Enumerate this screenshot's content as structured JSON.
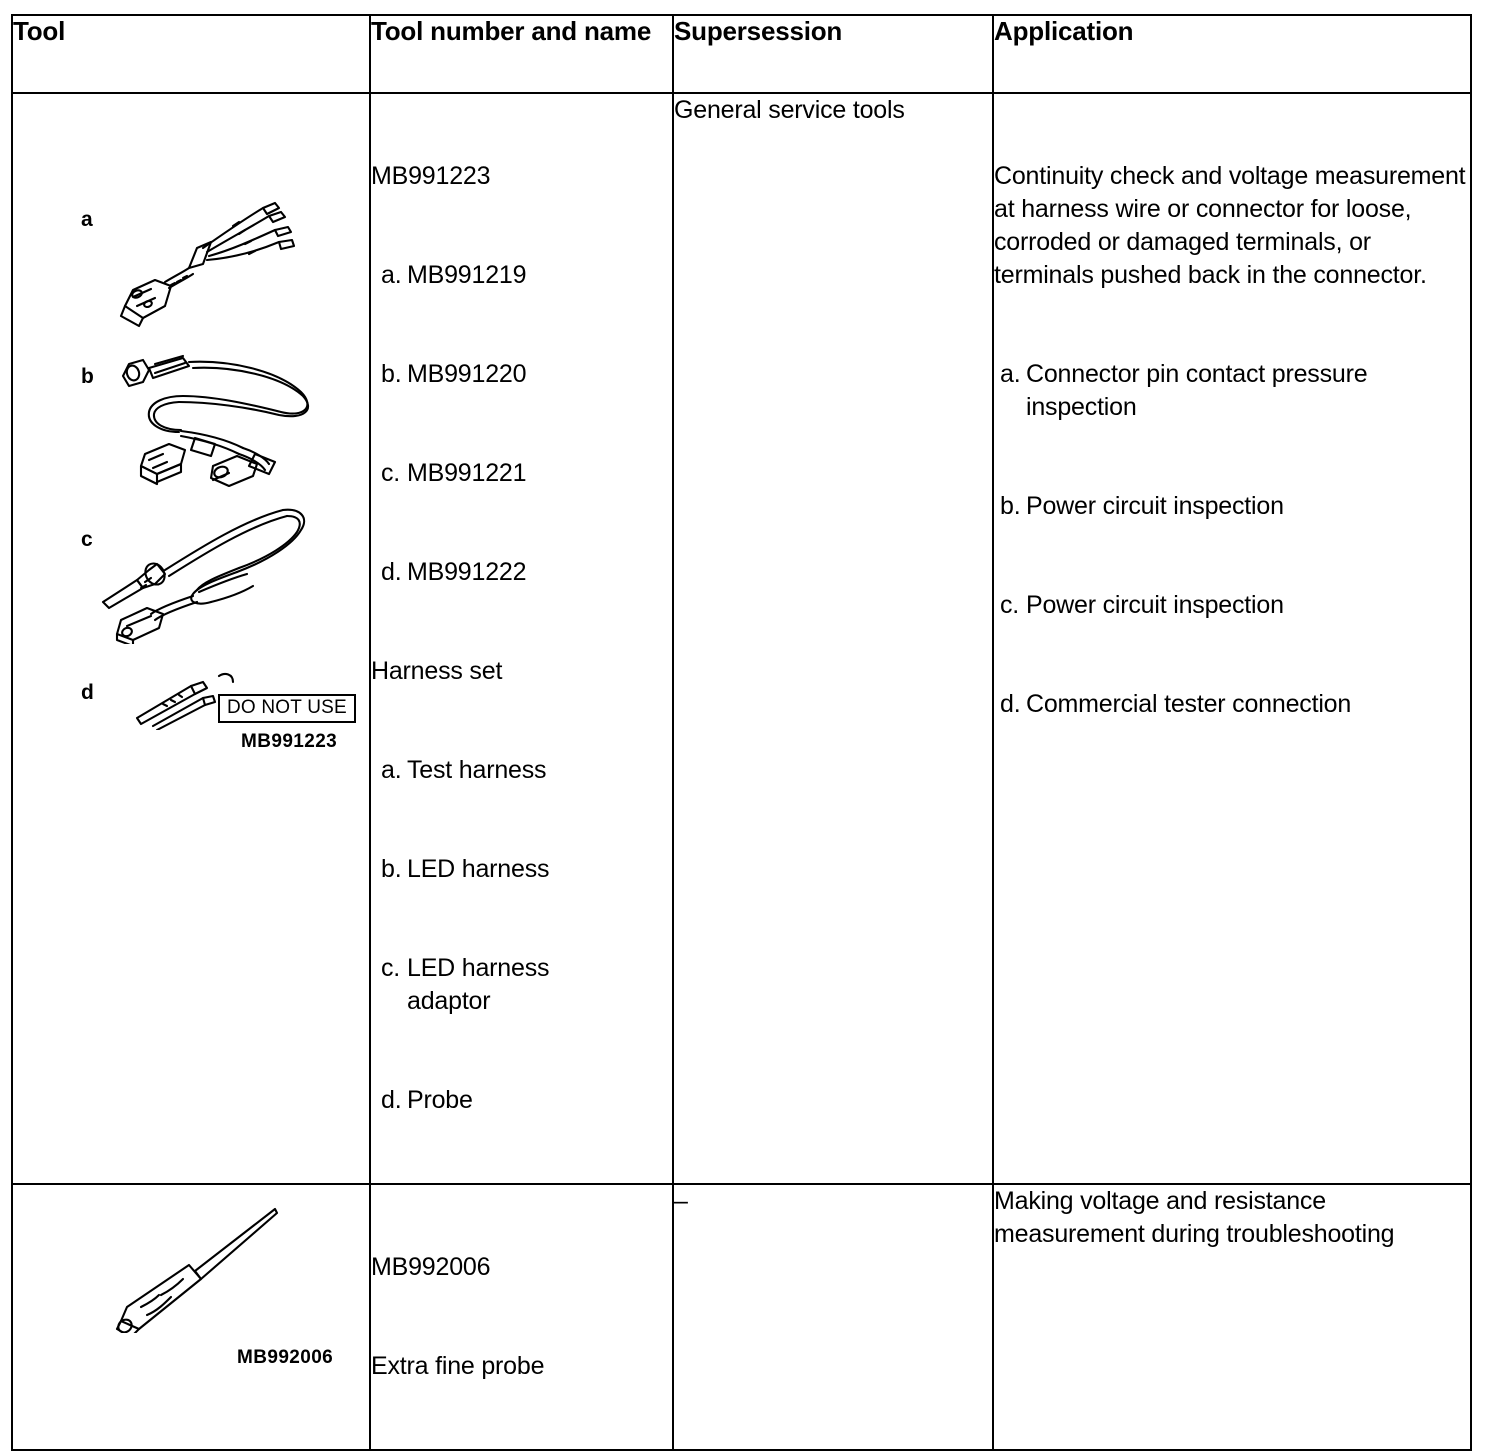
{
  "table": {
    "headers": [
      {
        "label": "Tool"
      },
      {
        "label": "Tool number and\nname"
      },
      {
        "label": "Supersession"
      },
      {
        "label": "Application"
      }
    ],
    "rows": [
      {
        "tool": {
          "figures": [
            {
              "letter": "a",
              "icon": "test-harness-icon"
            },
            {
              "letter": "b",
              "icon": "led-harness-icon"
            },
            {
              "letter": "c",
              "icon": "led-harness-adaptor-icon"
            },
            {
              "letter": "d",
              "icon": "probe-icon"
            }
          ],
          "badge": "DO NOT USE",
          "code": "MB991223"
        },
        "number_and_name": {
          "main_code": "MB991223",
          "sub_codes": [
            {
              "marker": "a.",
              "text": "MB991219"
            },
            {
              "marker": "b.",
              "text": "MB991220"
            },
            {
              "marker": "c.",
              "text": "MB991221"
            },
            {
              "marker": "d.",
              "text": "MB991222"
            }
          ],
          "set_name": "Harness set",
          "parts": [
            {
              "marker": "a.",
              "text": "Test harness"
            },
            {
              "marker": "b.",
              "text": "LED harness"
            },
            {
              "marker": "c.",
              "text": "LED harness\nadaptor"
            },
            {
              "marker": "d.",
              "text": "Probe"
            }
          ]
        },
        "supersession": "General service tools",
        "application": {
          "intro": "Continuity check and voltage measurement at harness wire or connector for loose, corroded or damaged terminals, or terminals pushed back in the connector.",
          "items": [
            {
              "marker": "a.",
              "text": "Connector pin contact pressure inspection"
            },
            {
              "marker": "b.",
              "text": "Power circuit inspection"
            },
            {
              "marker": "c.",
              "text": "Power circuit inspection"
            },
            {
              "marker": "d.",
              "text": "Commercial tester connection"
            }
          ]
        }
      },
      {
        "tool": {
          "figures": [
            {
              "letter": "",
              "icon": "extra-fine-probe-icon"
            }
          ],
          "badge": "",
          "code": "MB992006"
        },
        "number_and_name": {
          "main_code": "MB992006",
          "set_name": "Extra fine probe",
          "sub_codes": [],
          "parts": []
        },
        "supersession": "–",
        "application": {
          "intro": "Making voltage and resistance measurement during troubleshooting",
          "items": []
        }
      }
    ]
  },
  "colors": {
    "border": "#000000",
    "text": "#000000",
    "background": "#ffffff"
  }
}
